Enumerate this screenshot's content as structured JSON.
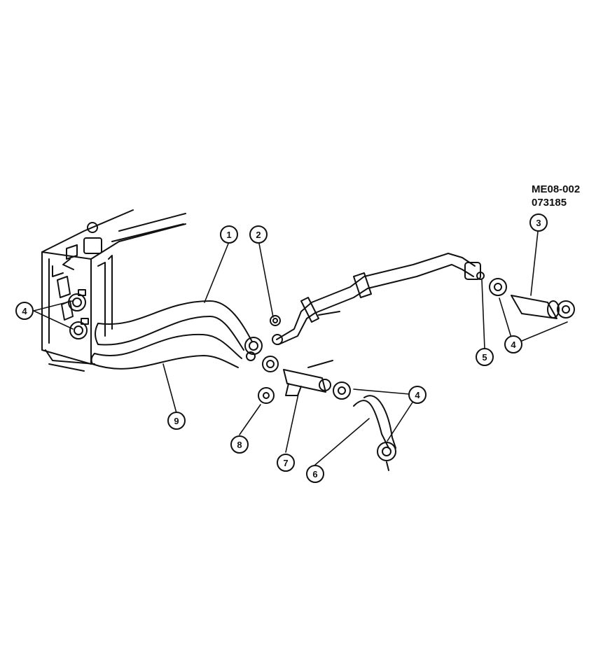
{
  "drawing": {
    "codes": [
      "ME08-002",
      "073185"
    ]
  },
  "callouts": [
    "1",
    "2",
    "3",
    "4",
    "4",
    "4",
    "5",
    "6",
    "7",
    "8",
    "9"
  ],
  "colors": {
    "ink": "#111111",
    "paper": "#ffffff"
  }
}
